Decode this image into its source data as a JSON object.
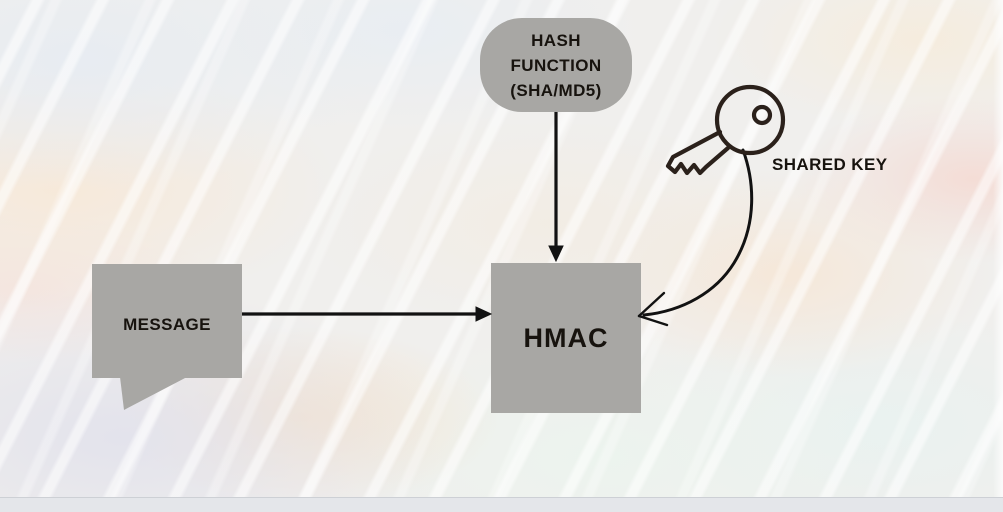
{
  "nodes": {
    "hash": {
      "lines": [
        "HASH",
        "FUNCTION",
        "(SHA/MD5)"
      ]
    },
    "hmac": {
      "label": "HMAC"
    },
    "message": {
      "label": "MESSAGE"
    },
    "shared_key": {
      "label": "SHARED KEY"
    }
  },
  "icons": {
    "key": "key-icon"
  },
  "colors": {
    "node_fill": "#a8a7a4",
    "text_color": "#17130e",
    "arrow_color": "#121212",
    "key_stroke": "#2b211b",
    "footer_bar": "#e4e6ea"
  }
}
